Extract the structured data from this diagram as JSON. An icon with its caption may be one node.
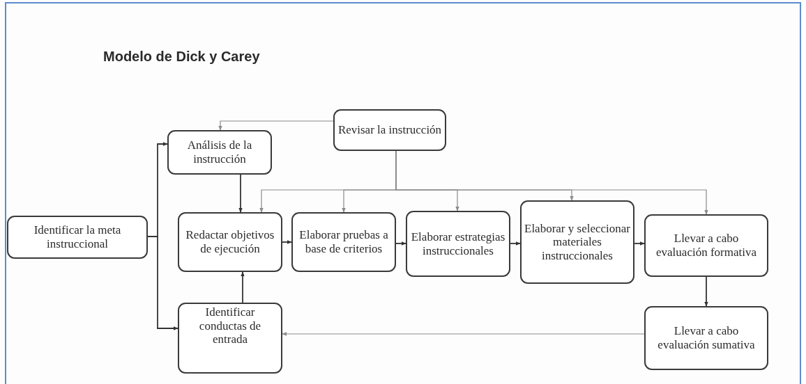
{
  "diagram": {
    "title": "Modelo de Dick y Carey",
    "nodes": [
      {
        "text": [
          "Identificar la meta instruccional"
        ]
      },
      {
        "text": [
          "Análisis de la instrucción"
        ]
      },
      {
        "text": [
          "Revisar la instrucción"
        ]
      },
      {
        "text": [
          "Redactar objetivos de ejecución"
        ]
      },
      {
        "text": [
          "Elaborar pruebas a base de criterios"
        ]
      },
      {
        "text": [
          "Elaborar estrategias instruccionales"
        ]
      },
      {
        "text": [
          "Elaborar y seleccionar materiales instruccionales"
        ]
      },
      {
        "text": [
          "Llevar a cabo evaluación formativa"
        ]
      },
      {
        "text": [
          "Identificar conductas de entrada"
        ]
      },
      {
        "text": [
          "Llevar a cabo evaluación sumativa"
        ]
      }
    ],
    "edges": [
      {
        "from": 0,
        "to": 1,
        "arrow": "to"
      },
      {
        "from": 0,
        "to": 8,
        "arrow": "to"
      },
      {
        "from": 1,
        "to": 3,
        "arrow": "to"
      },
      {
        "from": 2,
        "to": 1,
        "arrow": "to",
        "color": "#8a8a8a"
      },
      {
        "from": 2,
        "to": 3,
        "arrow": "to",
        "color": "#8a8a8a"
      },
      {
        "from": 2,
        "to": 4,
        "arrow": "to",
        "color": "#8a8a8a"
      },
      {
        "from": 2,
        "to": 5,
        "arrow": "to",
        "color": "#8a8a8a"
      },
      {
        "from": 2,
        "to": 6,
        "arrow": "to",
        "color": "#8a8a8a"
      },
      {
        "from": 2,
        "to": 7,
        "arrow": "to",
        "color": "#8a8a8a"
      },
      {
        "from": 3,
        "to": 4,
        "arrow": "to"
      },
      {
        "from": 4,
        "to": 5,
        "arrow": "to"
      },
      {
        "from": 5,
        "to": 6,
        "arrow": "to"
      },
      {
        "from": 6,
        "to": 7,
        "arrow": "to"
      },
      {
        "from": 8,
        "to": 3,
        "arrow": "to"
      },
      {
        "from": 7,
        "to": 9,
        "arrow": "to"
      },
      {
        "from": 9,
        "to": 8,
        "arrow": "to",
        "color": "#8a8a8a"
      }
    ]
  }
}
